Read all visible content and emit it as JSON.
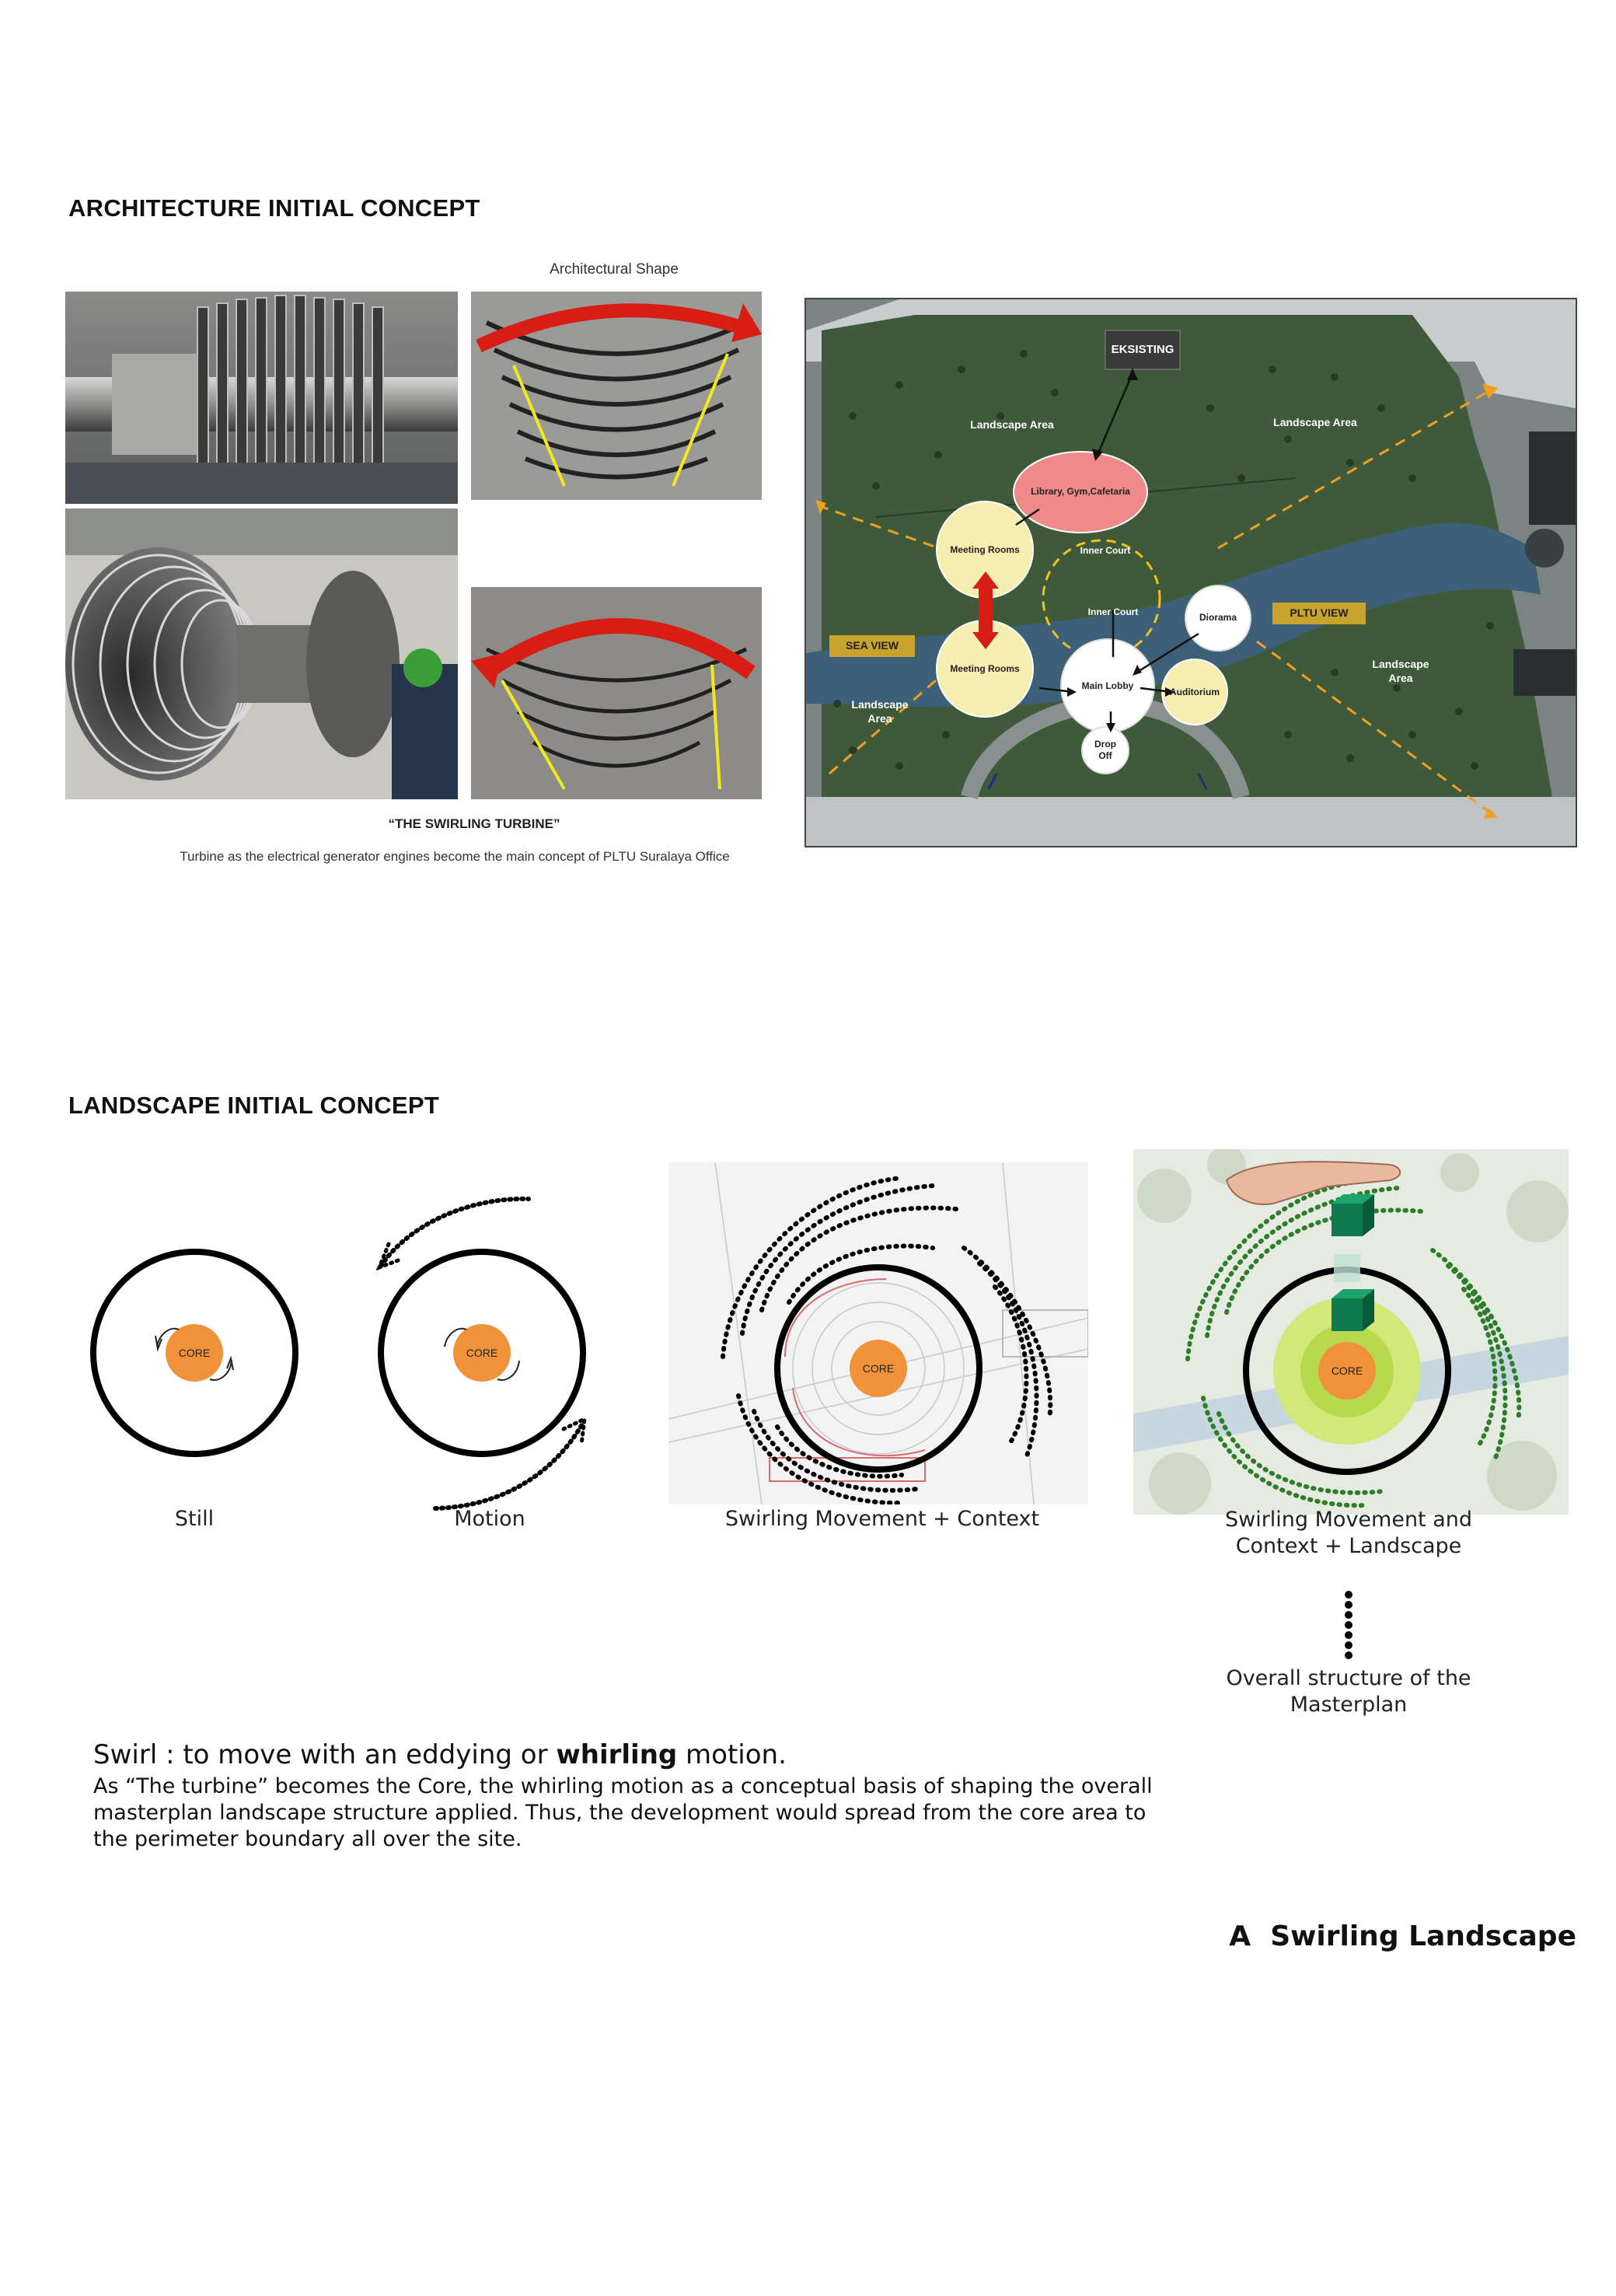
{
  "headings": {
    "architecture": "ARCHITECTURE INITIAL CONCEPT",
    "landscape": "LANDSCAPE INITIAL CONCEPT"
  },
  "turbine": {
    "shape_label": "Architectural Shape",
    "title": "“THE SWIRLING TURBINE”",
    "caption": "Turbine as the electrical generator engines become the main concept of PLTU Suralaya Office"
  },
  "site_plan": {
    "eksisting": "EKSISTING",
    "landscape_area_1": "Landscape Area",
    "landscape_area_2": "Landscape Area",
    "landscape_area_3a": "Landscape",
    "landscape_area_3b": "Area",
    "landscape_area_4a": "Landscape",
    "landscape_area_4b": "Area",
    "library": "Library, Gym,Cafetaria",
    "meeting_rooms_1": "Meeting Rooms",
    "meeting_rooms_2": "Meeting Rooms",
    "inner_court_1": "Inner Court",
    "inner_court_2": "Inner Court",
    "diorama": "Diorama",
    "main_lobby": "Main Lobby",
    "auditorium": "Auditorium",
    "drop_off_a": "Drop",
    "drop_off_b": "Off",
    "sea_view": "SEA VIEW",
    "pltu_view": "PLTU VIEW"
  },
  "landscape_concept": {
    "core_label": "CORE",
    "diagrams": [
      {
        "caption": "Still"
      },
      {
        "caption": "Motion"
      },
      {
        "caption": "Swirling Movement + Context"
      },
      {
        "caption_line1": "Swirling Movement and",
        "caption_line2": "Context + Landscape"
      }
    ],
    "overall_line1": "Overall structure of the",
    "overall_line2": "Masterplan"
  },
  "swirl": {
    "def_prefix": "Swirl : to move with an eddying or ",
    "def_bold": "whirling",
    "def_suffix": " motion.",
    "line1": "As “The turbine” becomes the Core, the whirling motion as a conceptual basis of shaping the overall",
    "line2": "masterplan landscape structure applied. Thus, the development would spread from the core area to",
    "line3": "the perimeter boundary all over the site."
  },
  "footer": {
    "title": "A  Swirling Landscape"
  },
  "colors": {
    "core_orange": "#f0923a",
    "site_green": "#3f5a3a",
    "water_blue": "#3d5f78",
    "library_pink": "#ee8a8a",
    "room_yellow": "#f6eeb0",
    "view_gold": "#c8a42e",
    "dash_orange": "#f0a020",
    "arrow_red": "#d81d14",
    "arrow_yellow": "#f2e81c",
    "landscape_green": "#2e7d2a"
  }
}
